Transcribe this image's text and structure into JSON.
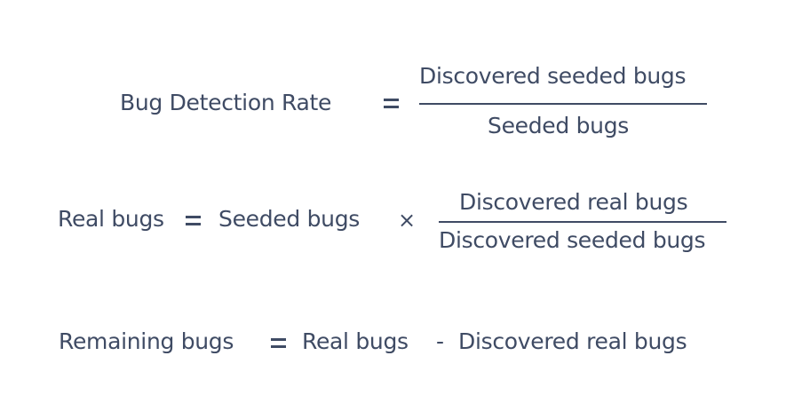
{
  "formulas": [
    {
      "lhs": "Bug Detection Rate",
      "operator": "=",
      "fraction": {
        "numerator": "Discovered seeded bugs",
        "denominator": "Seeded bugs"
      }
    },
    {
      "lhs": "Real bugs",
      "operator": "=",
      "factor": "Seeded bugs",
      "multiply": "×",
      "fraction": {
        "numerator": "Discovered real bugs",
        "denominator": "Discovered seeded bugs"
      }
    },
    {
      "lhs": "Remaining bugs",
      "operator": "=",
      "minuend": "Real bugs",
      "minus": "-",
      "subtrahend": "Discovered real bugs"
    }
  ],
  "colors": {
    "text": "#3f4b64",
    "background": "#ffffff"
  }
}
